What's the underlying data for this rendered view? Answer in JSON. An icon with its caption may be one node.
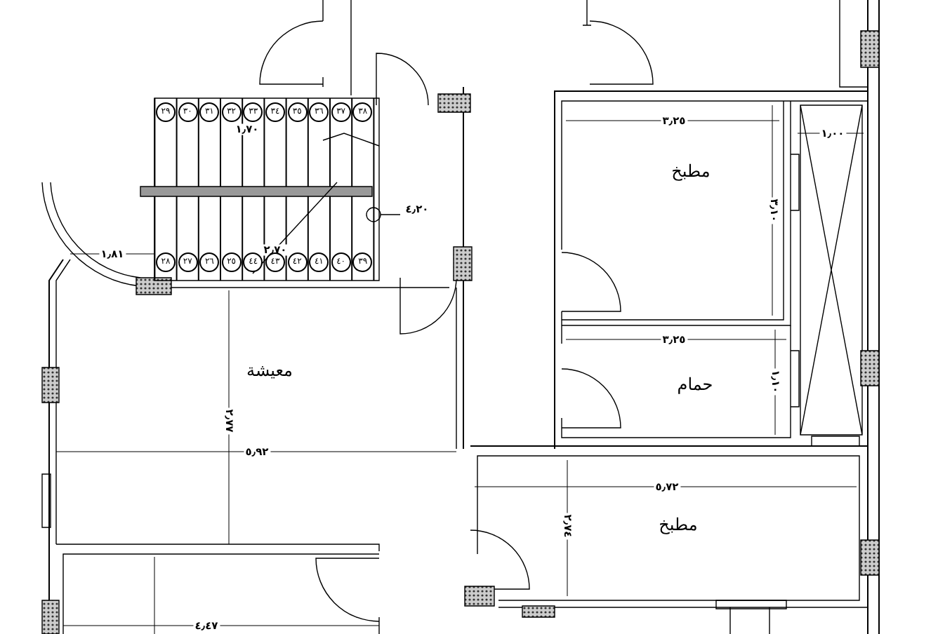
{
  "diagram": {
    "labels": [
      "٢٩",
      "٣٠",
      "٣١",
      "٣٢",
      "٣٣",
      "٣٤",
      "٣٥",
      "٣٦",
      "٣٧",
      "٣٨",
      "١٫٧٠",
      "٣٫٢٥",
      "١٫٠٠",
      "مطبخ",
      "٤٫٢٠",
      "٣٫١٠",
      "١٫٨١",
      "٢٫٧٠",
      "٢٨",
      "٢٧",
      "٢٦",
      "٢٥",
      "٤٤",
      "٤٣",
      "٤٢",
      "٤١",
      "٤٠",
      "٣٩",
      "٣٫٢٥",
      "معيشة",
      "حمام",
      "١٫١٠",
      "٢٫٧٧",
      "٥٫٩٢",
      "٥٫٧٢",
      "٢٫٧٤",
      "مطبخ",
      "٤٫٤٧"
    ]
  }
}
